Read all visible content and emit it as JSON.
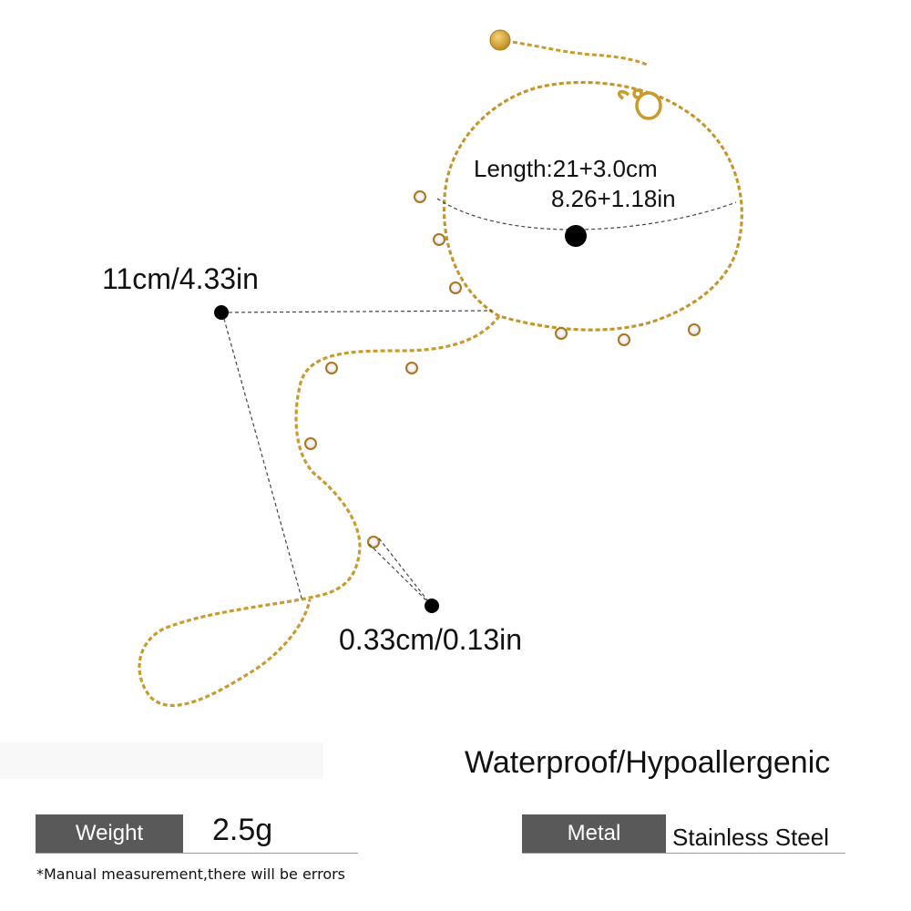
{
  "measurements": {
    "length_metric": "Length:21+3.0cm",
    "length_imperial": "8.26+1.18in",
    "finger_chain": "11cm/4.33in",
    "charm_size": "0.33cm/0.13in"
  },
  "features": "Waterproof/Hypoallergenic",
  "specs": {
    "weight_label": "Weight",
    "weight_value": "2.5g",
    "metal_label": "Metal",
    "metal_value": "Stainless Steel"
  },
  "disclaimer": "*Manual measurement,there will be errors",
  "colors": {
    "gold": "#c99a2e",
    "spec_box": "#595959",
    "text": "#111111"
  },
  "icons": [
    "measurement-dot-icon",
    "gold-disc-tag-icon",
    "lobster-clasp-icon",
    "crystal-charm-icon"
  ]
}
